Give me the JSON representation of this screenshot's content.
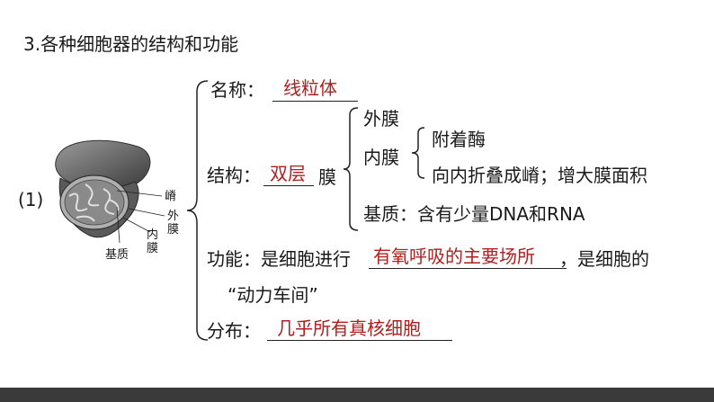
{
  "heading": "3.各种细胞器的结构和功能",
  "item_number": "(1)",
  "diagram": {
    "labels": {
      "ridge": "嵴",
      "outer_membrane": "外膜",
      "inner_membrane": "内膜",
      "matrix": "基质"
    },
    "colors": {
      "organelle_dark": "#3a3a3a",
      "organelle_mid": "#7a7a7a",
      "organelle_light": "#a5a5a5"
    }
  },
  "name_row": {
    "label": "名称：",
    "answer": "线粒体"
  },
  "structure_row": {
    "label": "结构：",
    "answer": "双层",
    "suffix": "膜",
    "outer": "外膜",
    "inner": "内膜",
    "inner_details": [
      "附着酶",
      "向内折叠成嵴；增大膜面积"
    ],
    "matrix": "基质：含有少量DNA和RNA"
  },
  "function_row": {
    "label": "功能：是细胞进行",
    "answer": "有氧呼吸的主要场所",
    "suffix": "，是细胞的",
    "line2": "“动力车间”"
  },
  "distribution_row": {
    "label": "分布：",
    "answer": "几乎所有真核细胞"
  },
  "answer_color": "#b01e1e"
}
